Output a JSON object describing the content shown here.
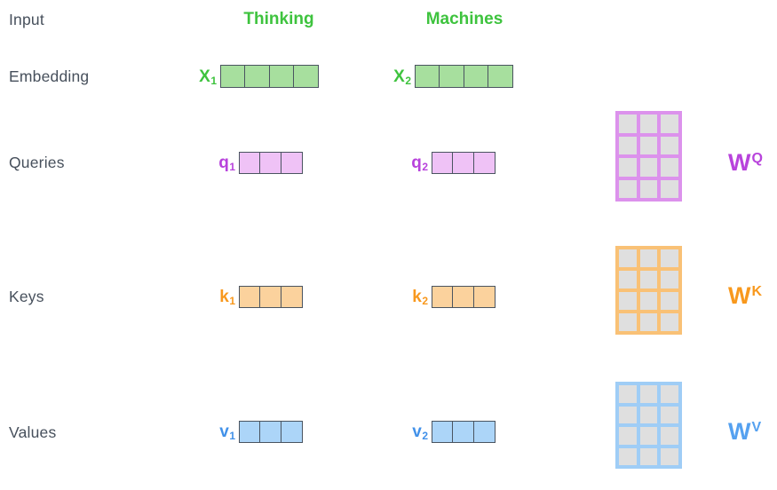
{
  "diagram": {
    "row_labels": {
      "input": "Input",
      "embedding": "Embedding",
      "queries": "Queries",
      "keys": "Keys",
      "values": "Values"
    },
    "tokens": {
      "t1": "Thinking",
      "t2": "Machines"
    },
    "vectors": {
      "x1": {
        "base": "X",
        "sub": "1"
      },
      "x2": {
        "base": "X",
        "sub": "2"
      },
      "q1": {
        "base": "q",
        "sub": "1"
      },
      "q2": {
        "base": "q",
        "sub": "2"
      },
      "k1": {
        "base": "k",
        "sub": "1"
      },
      "k2": {
        "base": "k",
        "sub": "2"
      },
      "v1": {
        "base": "v",
        "sub": "1"
      },
      "v2": {
        "base": "v",
        "sub": "2"
      }
    },
    "weight_labels": {
      "wq": {
        "base": "W",
        "sup": "Q"
      },
      "wk": {
        "base": "W",
        "sup": "K"
      },
      "wv": {
        "base": "W",
        "sup": "V"
      }
    }
  },
  "cells": {
    "embedding": 4,
    "qkv": 3,
    "matrix": 12
  },
  "matrix_dims": {
    "rows": 4,
    "cols": 3
  },
  "colors": {
    "background": "#FFFFFF",
    "text_dark": "#47505C",
    "green_label": "#3EC33E",
    "green_fill": "#A7DF9E",
    "purple_label": "#B843DC",
    "purple_fill": "#EFC2F6",
    "purple_grid": "#DC92EC",
    "orange_label": "#F8981D",
    "orange_fill": "#FBD29D",
    "orange_grid": "#F9C176",
    "blue_label": "#4191E9",
    "blue_fill": "#ACD5F8",
    "blue_grid": "#9FCDF6",
    "wv_label": "#55A1F0",
    "vector_border": "#4A5460",
    "matrix_cell": "#DFDFDF"
  }
}
